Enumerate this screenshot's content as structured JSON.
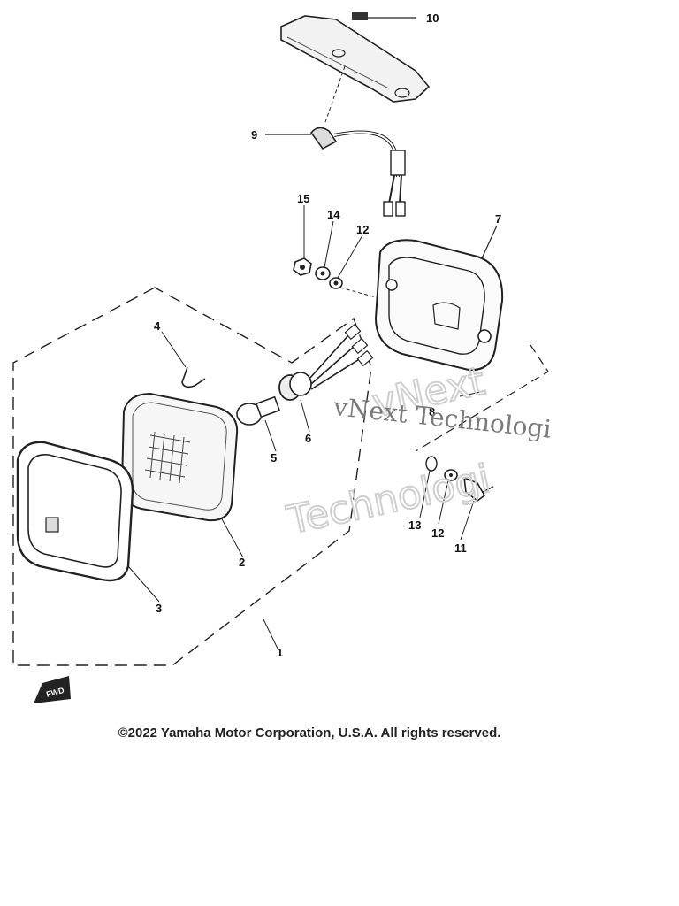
{
  "parts": [
    {
      "id": "10",
      "label": "10"
    },
    {
      "id": "9",
      "label": "9"
    },
    {
      "id": "15",
      "label": "15"
    },
    {
      "id": "14",
      "label": "14"
    },
    {
      "id": "12a",
      "label": "12"
    },
    {
      "id": "7",
      "label": "7"
    },
    {
      "id": "4",
      "label": "4"
    },
    {
      "id": "6",
      "label": "6"
    },
    {
      "id": "5",
      "label": "5"
    },
    {
      "id": "8",
      "label": "8"
    },
    {
      "id": "2",
      "label": "2"
    },
    {
      "id": "3",
      "label": "3"
    },
    {
      "id": "13",
      "label": "13"
    },
    {
      "id": "12b",
      "label": "12"
    },
    {
      "id": "11",
      "label": "11"
    },
    {
      "id": "1",
      "label": "1"
    }
  ],
  "watermark": {
    "line1": "vNext",
    "line2": "vNext Technologi",
    "line3": "Technologi"
  },
  "fwd_label": "FWD",
  "copyright": "©2022 Yamaha Motor Corporation, U.S.A. All rights reserved."
}
